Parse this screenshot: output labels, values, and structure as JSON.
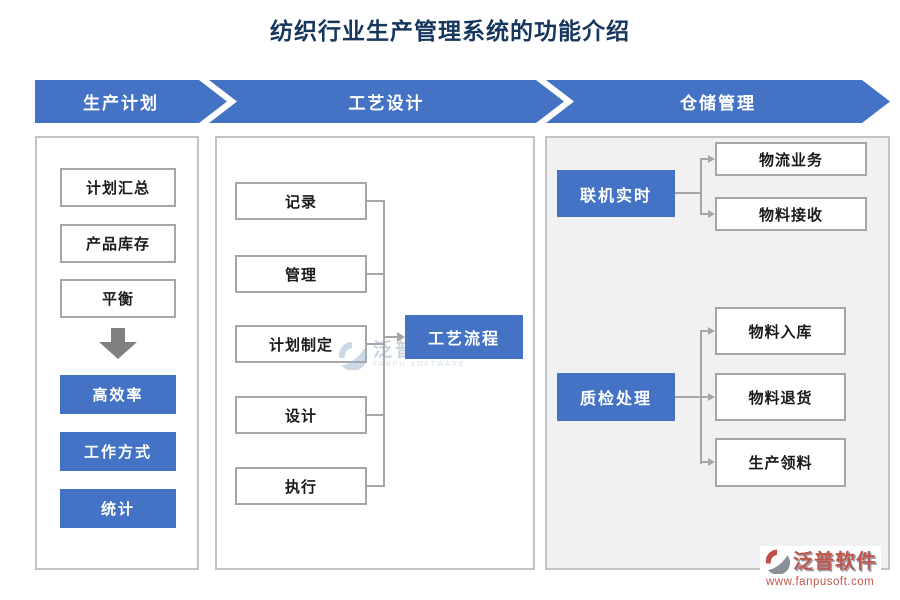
{
  "title": "纺织行业生产管理系统的功能介绍",
  "colors": {
    "accent_blue": "#4472c4",
    "box_border_gray": "#a6a6a6",
    "panel_border_gray": "#c3c3c3",
    "flow_arrow_gray": "#808080",
    "title_navy": "#17365d",
    "right_panel_bg": "#f1f1f2",
    "logo_red": "#c0574c"
  },
  "header": {
    "segments": [
      {
        "label": "生产计划"
      },
      {
        "label": "工艺设计"
      },
      {
        "label": "仓储管理"
      }
    ]
  },
  "production_planning": {
    "items": [
      {
        "label": "计划汇总"
      },
      {
        "label": "产品库存"
      },
      {
        "label": "平衡"
      }
    ],
    "highlights": [
      {
        "label": "高效率"
      },
      {
        "label": "工作方式"
      },
      {
        "label": "统计"
      }
    ]
  },
  "process_design": {
    "items": [
      {
        "label": "记录"
      },
      {
        "label": "管理"
      },
      {
        "label": "计划制定"
      },
      {
        "label": "设计"
      },
      {
        "label": "执行"
      }
    ],
    "output": {
      "label": "工艺流程"
    }
  },
  "warehouse": {
    "groups": [
      {
        "label": "联机实时",
        "children": [
          {
            "label": "物流业务"
          },
          {
            "label": "物料接收"
          }
        ]
      },
      {
        "label": "质检处理",
        "children": [
          {
            "label": "物料入库"
          },
          {
            "label": "物料退货"
          },
          {
            "label": "生产领料"
          }
        ]
      }
    ]
  },
  "watermark": {
    "text": "泛普软件",
    "subtext": "FANPU SOFTWARE"
  },
  "logo": {
    "brand": "泛普软件",
    "url": "www.fanpusoft.com"
  }
}
